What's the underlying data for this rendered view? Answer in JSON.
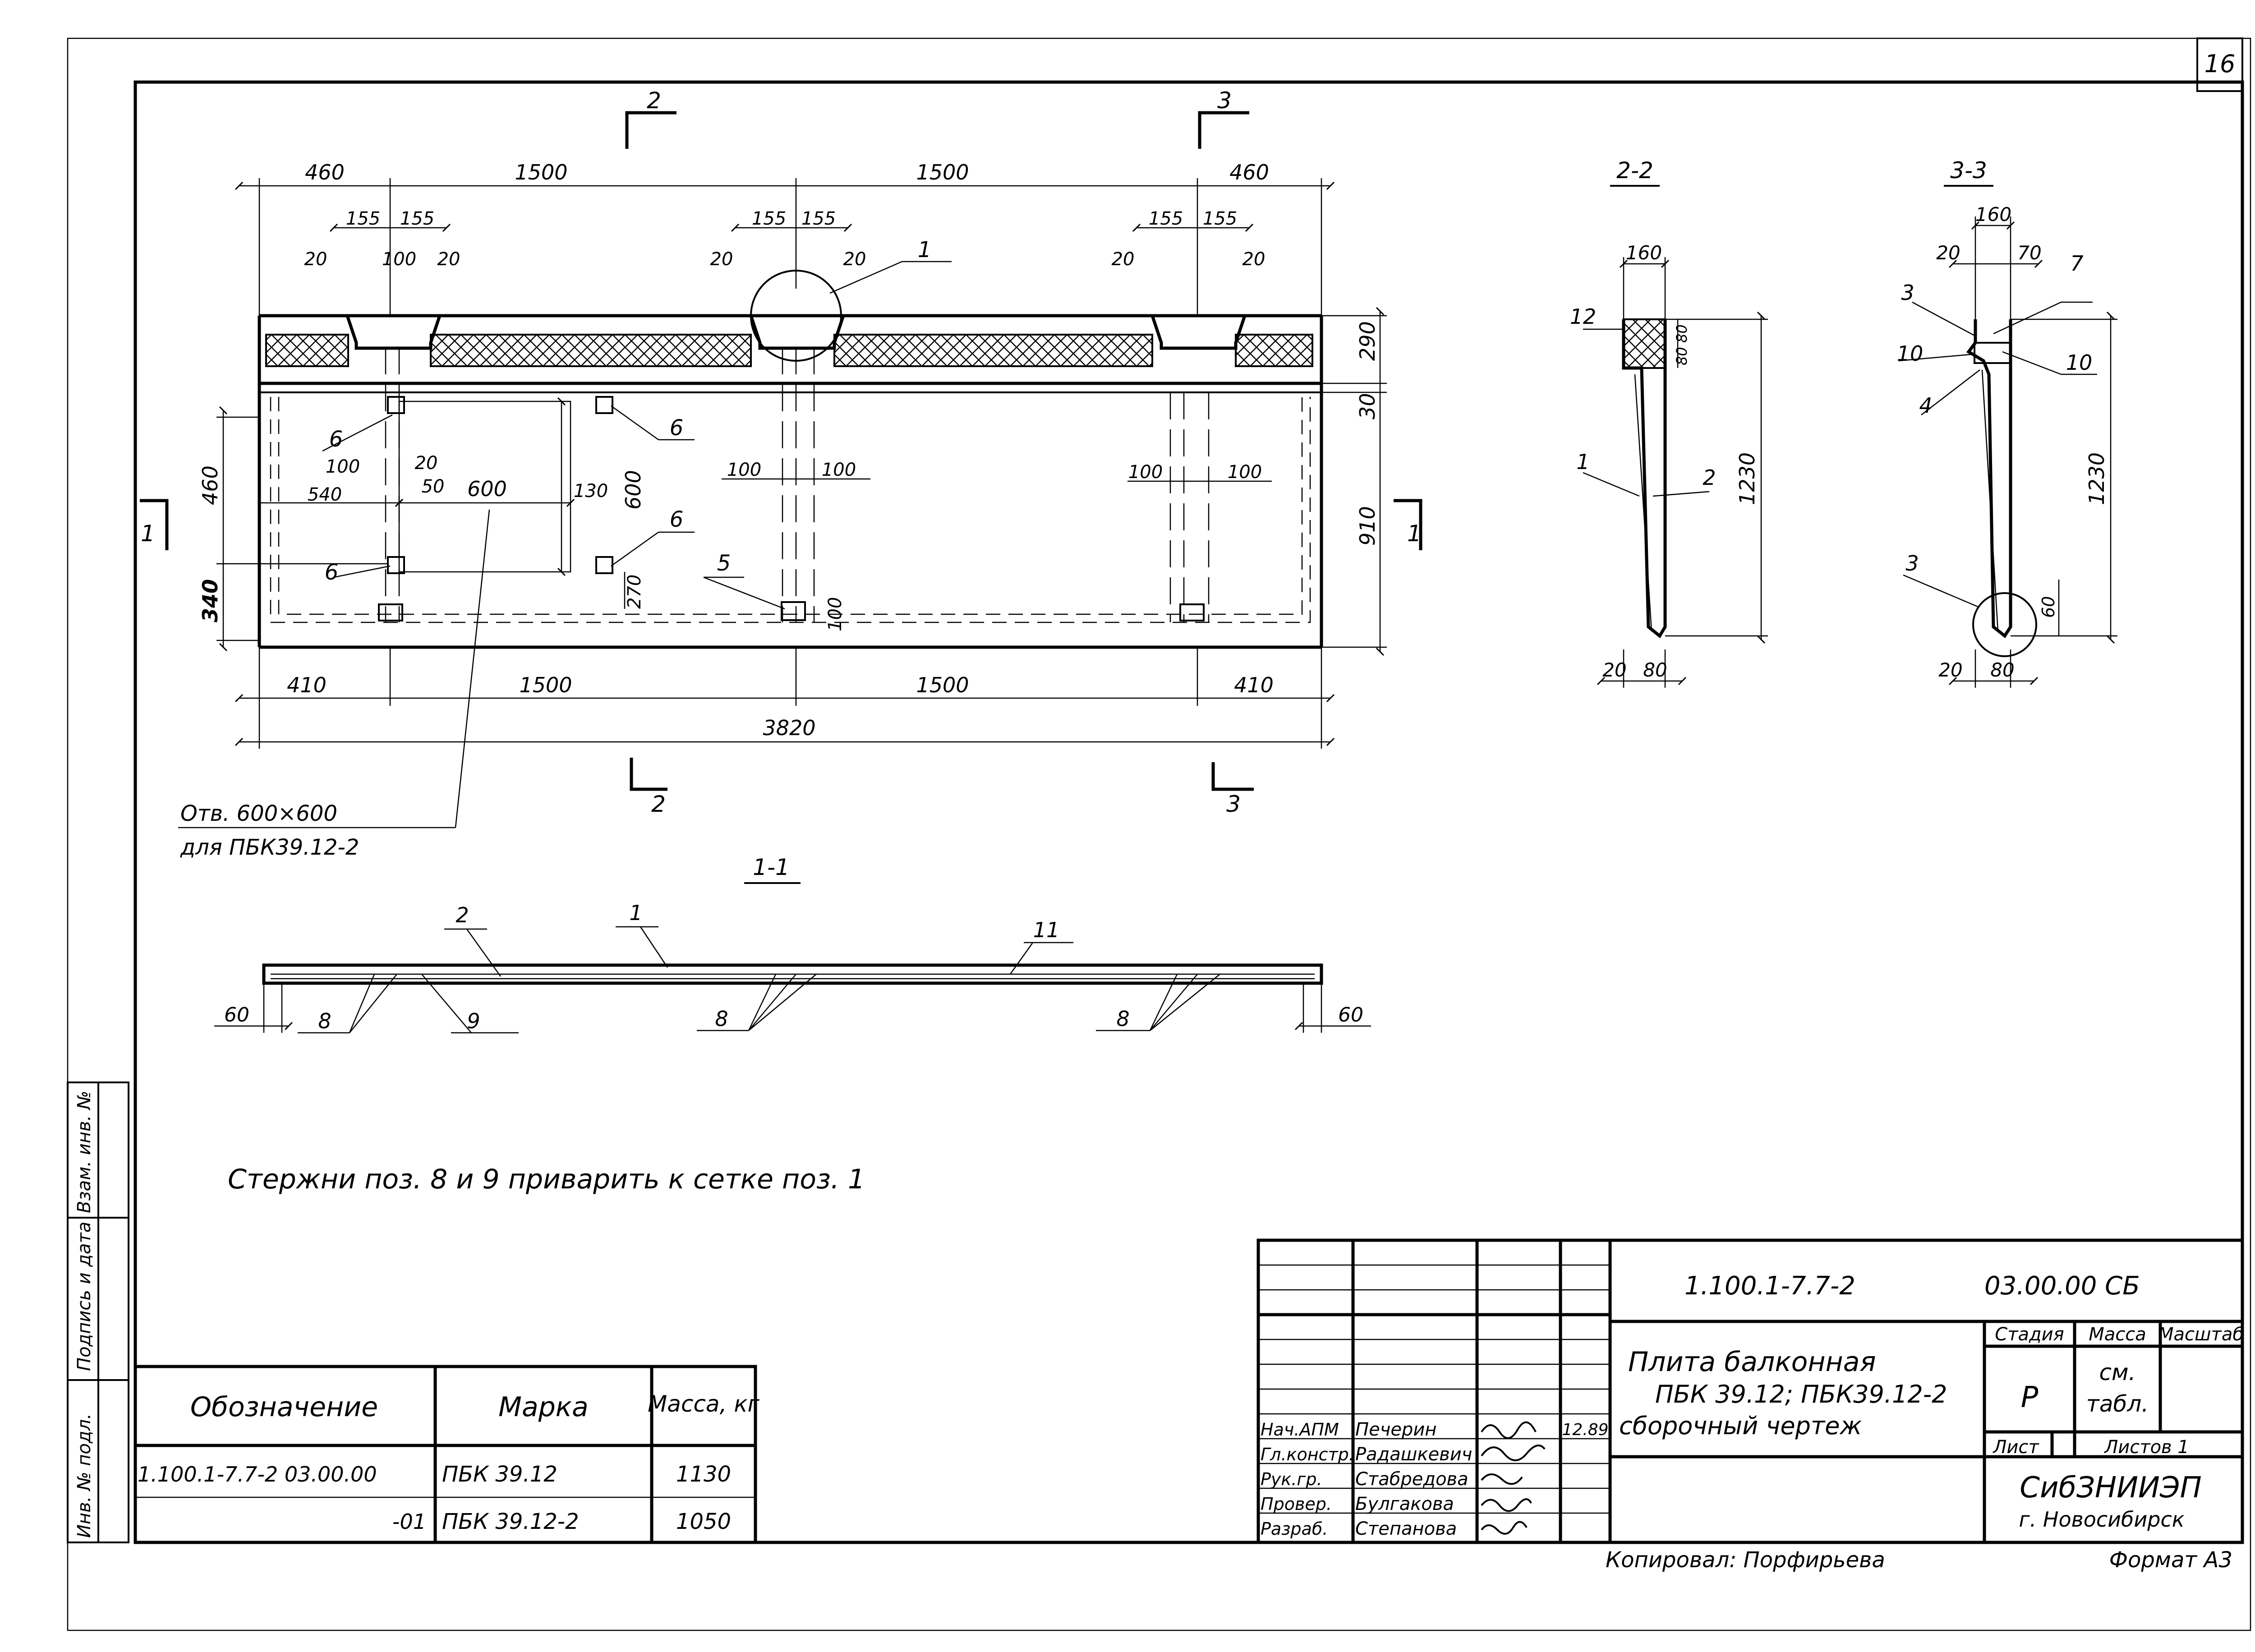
{
  "sheet_number": "16",
  "plan": {
    "section_marks": {
      "s2": "2",
      "s3": "3",
      "s1": "1"
    },
    "dims_top": [
      "460",
      "1500",
      "1500",
      "460"
    ],
    "dims_slot": [
      "155",
      "155",
      "100",
      "20",
      "20"
    ],
    "dims_bottom": [
      "410",
      "1500",
      "1500",
      "410"
    ],
    "overall": "3820",
    "right_dims": [
      "290",
      "30",
      "910"
    ],
    "left_dims": [
      "460",
      "340"
    ],
    "inner_dims": [
      "100",
      "20",
      "540",
      "50",
      "600",
      "130",
      "600",
      "270",
      "100",
      "100",
      "100",
      "100",
      "100",
      "20",
      "20"
    ],
    "callouts": [
      "1",
      "5",
      "6"
    ],
    "hole_note_1": "Отв. 600×600",
    "hole_note_2": "для ПБК39.12-2"
  },
  "section22": {
    "title": "2-2",
    "dims": [
      "160",
      "80",
      "80",
      "1230",
      "20",
      "80"
    ],
    "callouts": [
      "12",
      "1",
      "2"
    ]
  },
  "section33": {
    "title": "3-3",
    "dims": [
      "160",
      "20",
      "70",
      "1230",
      "60",
      "20",
      "80"
    ],
    "callouts": [
      "3",
      "7",
      "10",
      "10",
      "4",
      "3"
    ]
  },
  "section11": {
    "title": "1-1",
    "dims": [
      "60",
      "60"
    ],
    "callouts": [
      "2",
      "1",
      "11",
      "8",
      "9",
      "8",
      "8"
    ]
  },
  "note": "Стержни  поз. 8 и 9 приварить к сетке поз. 1",
  "side_stamp": [
    "Инв. № подл.",
    "Подпись и дата",
    "Взам. инв. №"
  ],
  "spec_table": {
    "headers": [
      "Обозначение",
      "Марка",
      "Масса, кг"
    ],
    "rows": [
      [
        "1.100.1-7.7-2  03.00.00",
        "ПБК 39.12",
        "1130"
      ],
      [
        "-01",
        "ПБК 39.12-2",
        "1050"
      ]
    ]
  },
  "title_block": {
    "series": "1.100.1-7.7-2",
    "code": "03.00.00 СБ",
    "name_1": "Плита балконная",
    "name_2": "ПБК 39.12; ПБК39.12-2",
    "name_3": "сборочный чертеж",
    "stage_h": "Стадия",
    "mass_h": "Масса",
    "scale_h": "Масштаб",
    "stage": "Р",
    "mass_1": "см.",
    "mass_2": "табл.",
    "sheet_h": "Лист",
    "sheets_h": "Листов 1",
    "org_1": "СибЗНИИЭП",
    "org_2": "г. Новосибирск",
    "date": "12.89",
    "roles": [
      "Нач.АПМ",
      "Гл.констр.",
      "Рук.гр.",
      "Провер.",
      "Разраб."
    ],
    "names": [
      "Печерин",
      "Радашкевич",
      "Стабредова",
      "Булгакова",
      "Степанова"
    ],
    "copied": "Копировал: Порфирьева",
    "format": "Формат А3"
  }
}
